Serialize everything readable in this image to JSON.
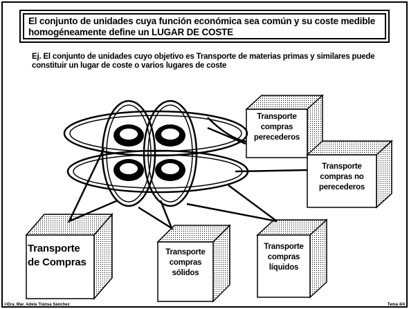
{
  "slide": {
    "title": "El conjunto de unidades cuya función económica sea común y su coste medible homogéneamente define un LUGAR DE COSTE",
    "example": "Ej. El conjunto de unidades cuyo objetivo es Transporte de materias primas y similares puede constituir  un lugar de coste o varios lugares de coste",
    "boxes": {
      "perecederos": "Transporte compras perecederos",
      "no_perecederos": "Transporte compras no perecederos",
      "compras": "Transporte de Compras",
      "solidos": "Transporte compras sólidos",
      "liquidos": "Transporte compras líquidos"
    },
    "footer": {
      "left": "©Dra. Mar. Adela Tránsa Sánchez",
      "right": "Tema 4/4"
    }
  }
}
